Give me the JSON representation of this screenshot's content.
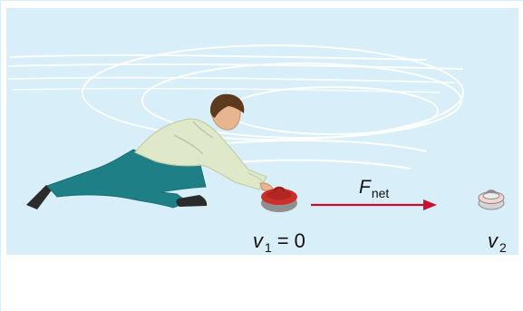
{
  "labels": {
    "force_symbol": "F",
    "force_subscript": "net",
    "v1_symbol": "v",
    "v1_subscript": "1",
    "v1_equals": "=",
    "v1_value": "0",
    "v2_symbol": "v",
    "v2_subscript": "2"
  },
  "icons": {
    "curler": "curler-player-icon",
    "stone_start": "curling-stone-icon",
    "stone_end": "curling-stone-faded-icon",
    "arrow": "force-arrow-icon"
  },
  "colors": {
    "ice_band": "#d8eef8",
    "ice_streaks": "#ffffff",
    "force_arrow": "#c8102e",
    "jacket": "#dfe8c9",
    "pants": "#1f7f86",
    "hair": "#5b3a1e",
    "stone_red": "#cc2f2a",
    "stone_gray": "#8f8f8f",
    "shoe": "#2b2b2b"
  }
}
